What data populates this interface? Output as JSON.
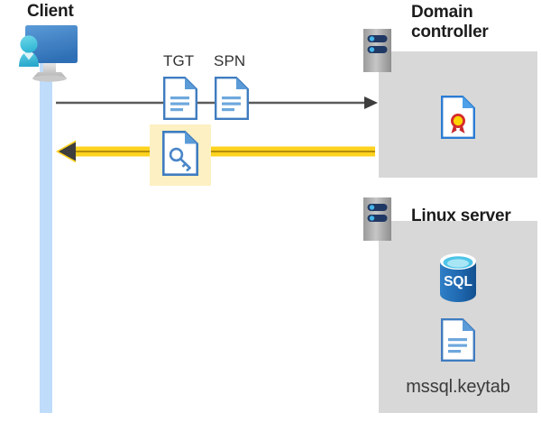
{
  "diagram": {
    "type": "kerberos-authentication-flow",
    "background": "#ffffff",
    "colors": {
      "panel_gray": "#d8d8d8",
      "lifeline_blue": "#bfdcfb",
      "highlight_yellow": "#fdf0c2",
      "arrow_yellow": "#ffd21e",
      "arrow_gray": "#5a5a5a",
      "doc_blue": "#4a86c8",
      "sql_blue": "#1f6fbd",
      "cert_red": "#c8282d",
      "cert_gold": "#ffd400",
      "person_cyan": "#41c3e0"
    }
  },
  "client": {
    "title": "Client",
    "icon": "client-workstation-icon",
    "lifeline": "client-lifeline-bar"
  },
  "domain_controller": {
    "title": "Domain controller",
    "title_line1": "Domain",
    "title_line2": "controller",
    "server_icon": "server-rack-icon",
    "contents": [
      {
        "name": "certificate-document",
        "icon": "certificate-doc-icon",
        "label": ""
      }
    ]
  },
  "linux_server": {
    "title": "Linux server",
    "server_icon": "server-rack-icon",
    "contents": [
      {
        "name": "sql-database",
        "icon": "sql-database-icon",
        "label": "SQL"
      },
      {
        "name": "keytab-file",
        "icon": "document-icon",
        "label": "mssql.keytab"
      }
    ],
    "sql_label": "SQL",
    "keytab_label": "mssql.keytab"
  },
  "messages": [
    {
      "id": "request",
      "direction": "client-to-domain-controller",
      "arrow_color": "#5a5a5a",
      "artifacts": [
        {
          "label": "TGT",
          "icon": "document-icon"
        },
        {
          "label": "SPN",
          "icon": "document-icon"
        }
      ]
    },
    {
      "id": "response",
      "direction": "domain-controller-to-client",
      "arrow_color": "#ffd21e",
      "highlighted": true,
      "artifacts": [
        {
          "label": "",
          "icon": "key-document-icon"
        }
      ]
    }
  ],
  "labels": {
    "tgt": "TGT",
    "spn": "SPN",
    "sql": "SQL",
    "keytab": "mssql.keytab"
  }
}
